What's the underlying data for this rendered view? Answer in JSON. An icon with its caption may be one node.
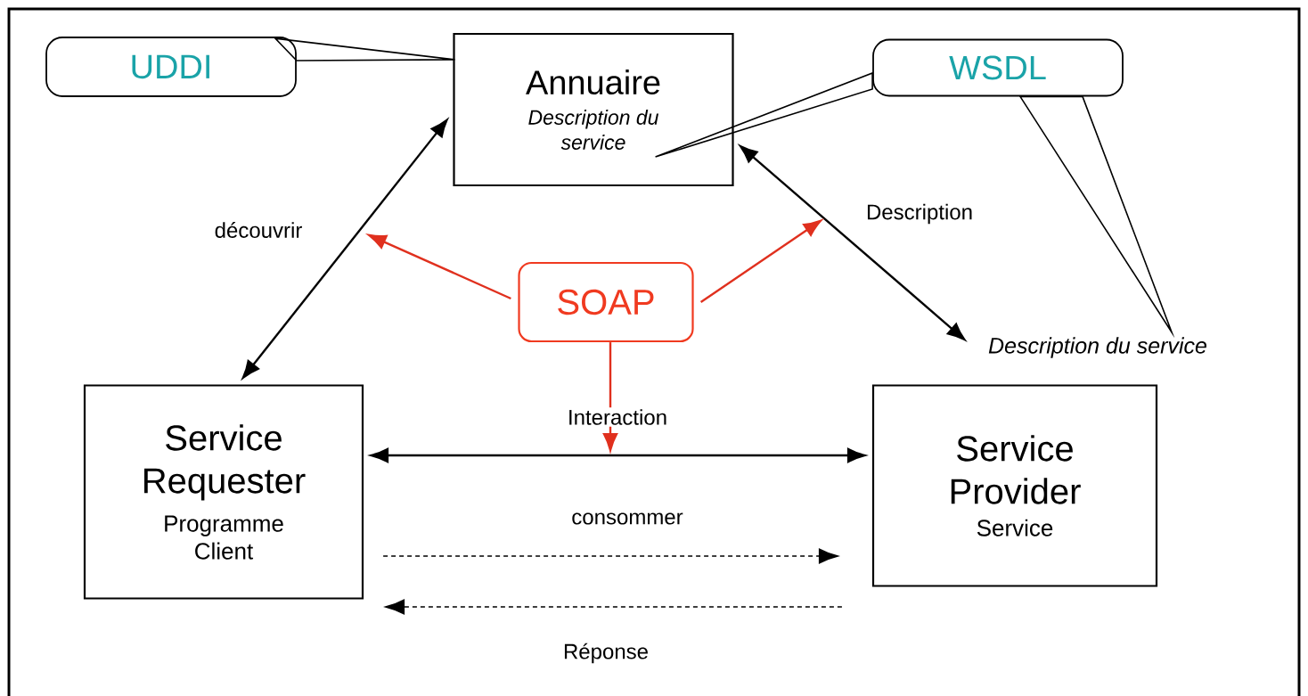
{
  "diagram": {
    "nodes": [
      {
        "text": [
          "UDDI"
        ]
      },
      {
        "text": [
          "Annuaire",
          "Description du service"
        ]
      },
      {
        "text": [
          "WSDL"
        ]
      },
      {
        "text": [
          "SOAP"
        ]
      },
      {
        "text": [
          "Service Requester",
          "Programme Client"
        ]
      },
      {
        "text": [
          "Service Provider",
          "Service"
        ]
      },
      {
        "text": [
          "Description du service"
        ]
      }
    ],
    "edges": [
      {
        "from": 0,
        "to": 1,
        "arrow": "none"
      },
      {
        "from": 2,
        "to": 1,
        "arrow": "none"
      },
      {
        "from": 2,
        "to": 6,
        "arrow": "none"
      },
      {
        "from": 4,
        "to": 1,
        "arrow": "both",
        "label": "découvrir"
      },
      {
        "from": 1,
        "to": 6,
        "arrow": "both",
        "label": "Description"
      },
      {
        "from": 4,
        "to": 5,
        "arrow": "both",
        "label": "Interaction"
      },
      {
        "from": 4,
        "to": 5,
        "arrow": "to",
        "style": "dashed",
        "label": "consommer"
      },
      {
        "from": 5,
        "to": 4,
        "arrow": "to",
        "style": "dashed",
        "label": "Réponse"
      },
      {
        "from": 3,
        "to": null,
        "arrow": "to",
        "color": "#e0301e"
      },
      {
        "from": 3,
        "to": null,
        "arrow": "to",
        "color": "#e0301e"
      },
      {
        "from": 3,
        "to": null,
        "arrow": "to",
        "color": "#e0301e"
      }
    ]
  }
}
